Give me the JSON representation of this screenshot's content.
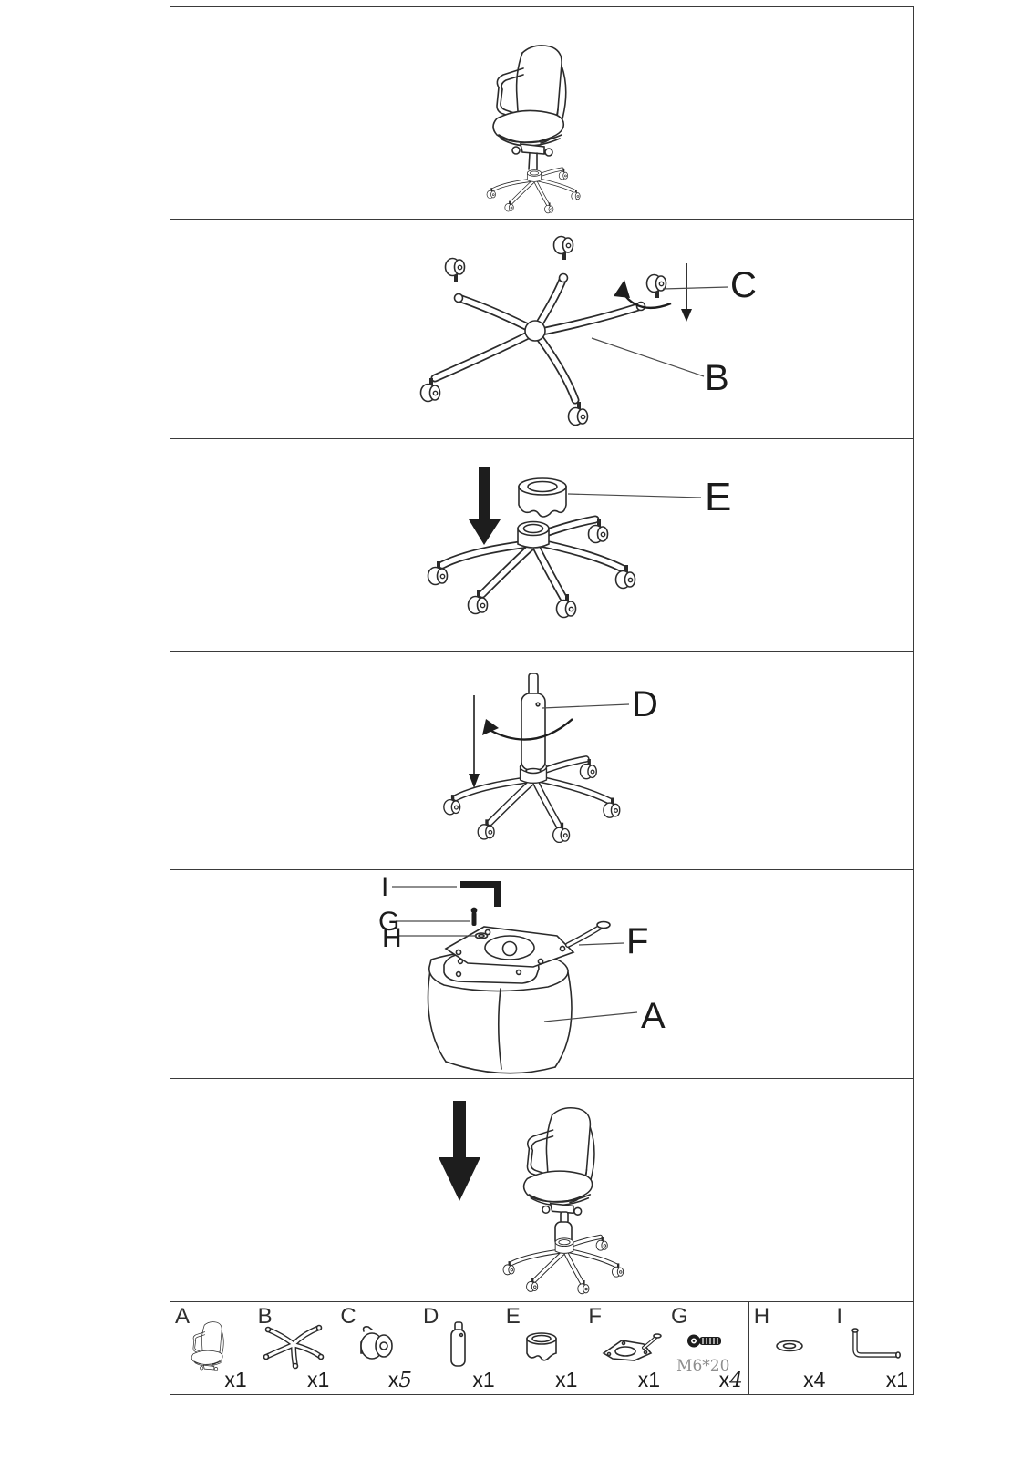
{
  "callouts": {
    "a": "A",
    "b": "B",
    "c": "C",
    "d": "D",
    "e": "E",
    "f": "F",
    "g": "G",
    "h": "H",
    "i": "I"
  },
  "parts": [
    {
      "id": "A",
      "icon": "seat-icon",
      "qty_prefix": "x",
      "qty_num": "1"
    },
    {
      "id": "B",
      "icon": "five-star-base-icon",
      "qty_prefix": "x",
      "qty_num": "1"
    },
    {
      "id": "C",
      "icon": "caster-wheel-icon",
      "qty_prefix": "x",
      "qty_num": "5"
    },
    {
      "id": "D",
      "icon": "gas-lift-icon",
      "qty_prefix": "x",
      "qty_num": "1"
    },
    {
      "id": "E",
      "icon": "base-collar-icon",
      "qty_prefix": "x",
      "qty_num": "1"
    },
    {
      "id": "F",
      "icon": "mechanism-plate-icon",
      "qty_prefix": "x",
      "qty_num": "1"
    },
    {
      "id": "G",
      "icon": "bolt-icon",
      "spec": "M6*20",
      "qty_prefix": "x",
      "qty_num": "4"
    },
    {
      "id": "H",
      "icon": "washer-icon",
      "qty_prefix": "x",
      "qty_num": "4"
    },
    {
      "id": "I",
      "icon": "allen-key-icon",
      "qty_prefix": "x",
      "qty_num": "1"
    }
  ]
}
